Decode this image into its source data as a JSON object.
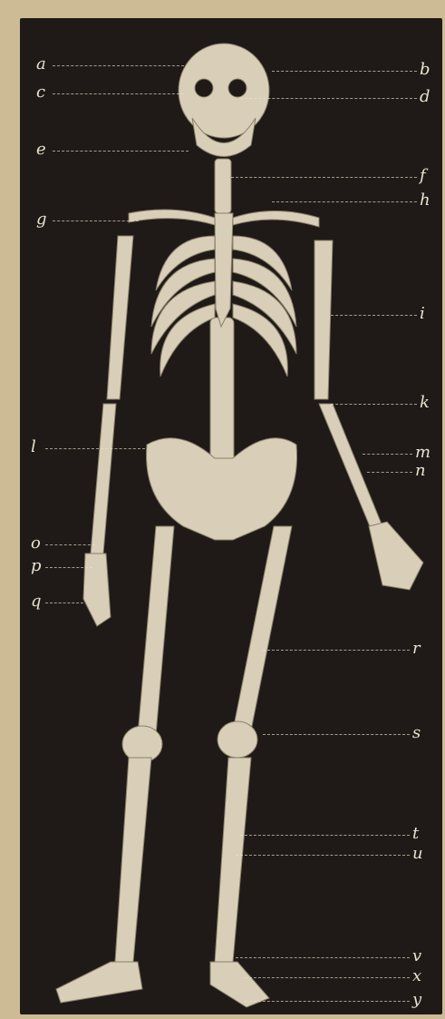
{
  "plate": {
    "background": "#cdbb95",
    "panel_color": "#1f1a17",
    "ink_color": "#e8e1d1",
    "bone_color": "#d9cfb8"
  },
  "labels": {
    "left": [
      "a",
      "c",
      "e",
      "g",
      "l",
      "o",
      "p",
      "q"
    ],
    "right": [
      "b",
      "d",
      "f",
      "h",
      "i",
      "k",
      "m",
      "n",
      "r",
      "s",
      "t",
      "u",
      "v",
      "x",
      "y"
    ]
  }
}
